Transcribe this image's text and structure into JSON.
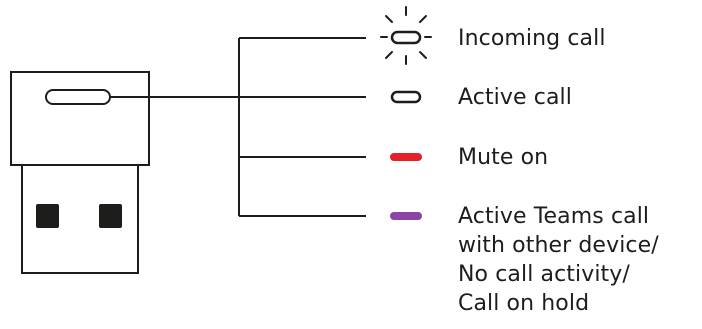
{
  "device": {
    "icon": "usb-receiver-icon"
  },
  "colors": {
    "ink": "#1d1d1b",
    "white_led": "#ffffff",
    "mute_led": "#e4202b",
    "teams_led": "#8a45a6"
  },
  "legend": {
    "incoming": {
      "label": "Incoming call",
      "led_color": "#ffffff",
      "led_state": "blinking"
    },
    "active": {
      "label": "Active call",
      "led_color": "#ffffff",
      "led_state": "solid"
    },
    "mute": {
      "label": "Mute on",
      "led_color": "#e4202b",
      "led_state": "solid"
    },
    "teams": {
      "lines": [
        "Active Teams call",
        "with other device/",
        "No call activity/",
        "Call on hold"
      ],
      "led_color": "#8a45a6",
      "led_state": "solid"
    }
  }
}
